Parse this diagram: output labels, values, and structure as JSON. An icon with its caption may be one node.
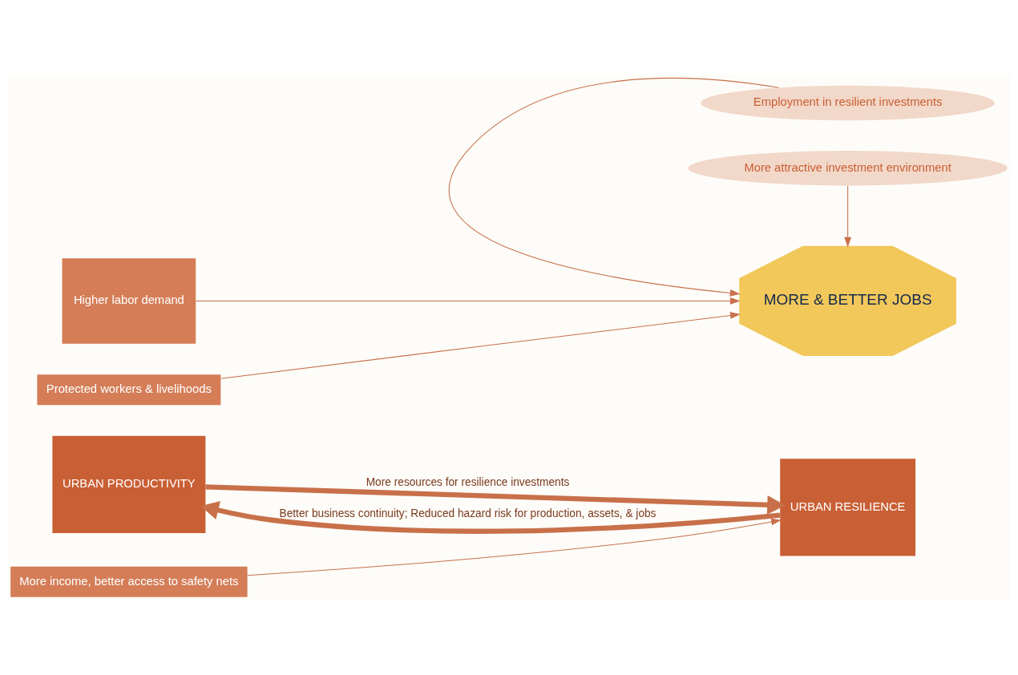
{
  "diagram": {
    "nodes": [
      {
        "text": [
          "URBAN PRODUCTIVITY"
        ]
      },
      {
        "text": [
          "Higher labor demand"
        ]
      },
      {
        "text": [
          "Employment in resilient investments"
        ]
      },
      {
        "text": [
          "MORE & BETTER JOBS"
        ]
      },
      {
        "text": [
          "Protected workers & livelihoods"
        ]
      },
      {
        "text": [
          "More income, better access to safety nets"
        ]
      },
      {
        "text": [
          "URBAN RESILIENCE"
        ]
      },
      {
        "text": [
          "More attractive investment environment"
        ]
      }
    ],
    "edges": [
      {
        "from": 0,
        "to": 6,
        "arrow": "to",
        "label": "More resources for resilience investments",
        "style": "thick"
      },
      {
        "from": 1,
        "to": 3,
        "arrow": "to"
      },
      {
        "from": 2,
        "to": 3,
        "arrow": "to"
      },
      {
        "from": 4,
        "to": 3,
        "arrow": "to"
      },
      {
        "from": 5,
        "to": 6,
        "arrow": "to"
      },
      {
        "from": 7,
        "to": 3,
        "arrow": "to"
      },
      {
        "from": 6,
        "to": 0,
        "arrow": "to",
        "label": "Better business continuity; Reduced hazard risk for production, assets, & jobs",
        "style": "thick"
      }
    ]
  }
}
